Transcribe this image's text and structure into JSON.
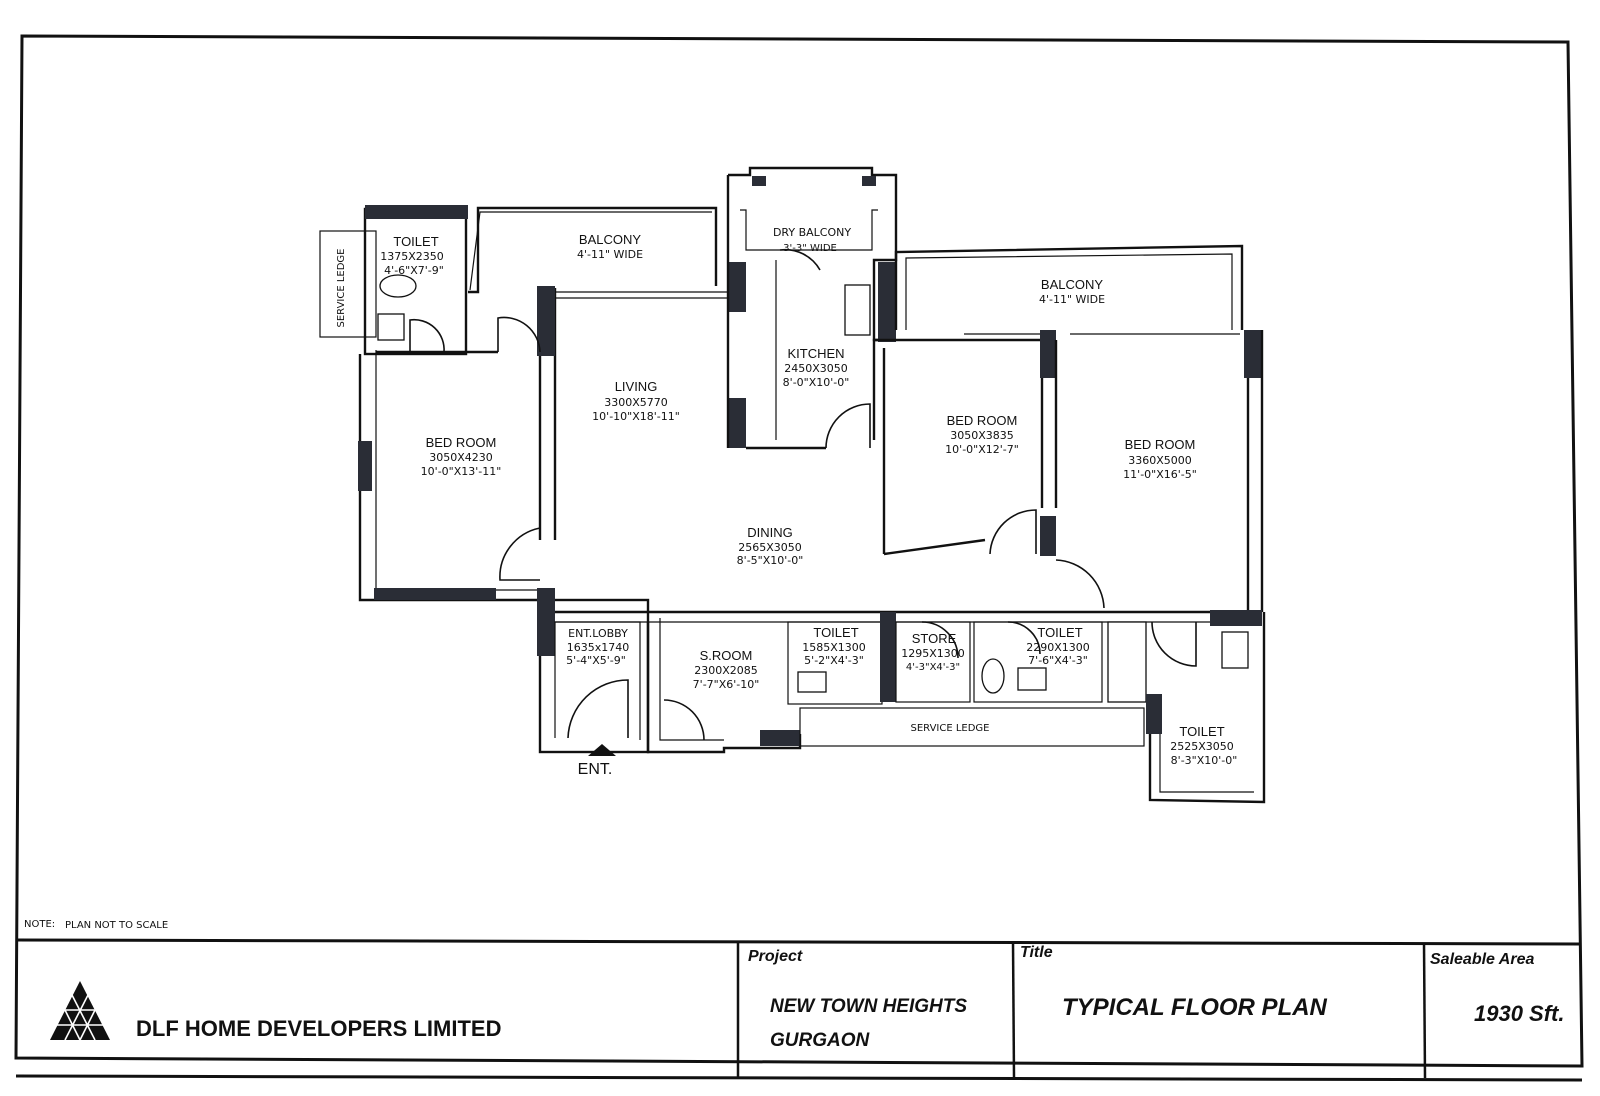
{
  "note": {
    "prefix": "NOTE:",
    "text": "PLAN NOT TO SCALE"
  },
  "rooms": {
    "toilet_1": {
      "name": "TOILET",
      "metric": "1375X2350",
      "imperial": "4'-6\"X7'-9\""
    },
    "balcony_1": {
      "name": "BALCONY",
      "width": "4'-11\" WIDE"
    },
    "dry_balcony": {
      "name": "DRY BALCONY",
      "width": "3'-3\" WIDE"
    },
    "balcony_2": {
      "name": "BALCONY",
      "width": "4'-11\" WIDE"
    },
    "kitchen": {
      "name": "KITCHEN",
      "metric": "2450X3050",
      "imperial": "8'-0\"X10'-0\""
    },
    "living": {
      "name": "LIVING",
      "metric": "3300X5770",
      "imperial": "10'-10\"X18'-11\""
    },
    "bedroom_1": {
      "name": "BED ROOM",
      "metric": "3050X4230",
      "imperial": "10'-0\"X13'-11\""
    },
    "bedroom_2": {
      "name": "BED ROOM",
      "metric": "3050X3835",
      "imperial": "10'-0\"X12'-7\""
    },
    "bedroom_3": {
      "name": "BED ROOM",
      "metric": "3360X5000",
      "imperial": "11'-0\"X16'-5\""
    },
    "dining": {
      "name": "DINING",
      "metric": "2565X3050",
      "imperial": "8'-5\"X10'-0\""
    },
    "ent_lobby": {
      "name": "ENT.LOBBY",
      "metric": "1635x1740",
      "imperial": "5'-4\"X5'-9\""
    },
    "s_room": {
      "name": "S.ROOM",
      "metric": "2300X2085",
      "imperial": "7'-7\"X6'-10\""
    },
    "toilet_2": {
      "name": "TOILET",
      "metric": "1585X1300",
      "imperial": "5'-2\"X4'-3\""
    },
    "store": {
      "name": "STORE",
      "metric": "1295X1300",
      "imperial": "4'-3\"X4'-3\""
    },
    "toilet_3": {
      "name": "TOILET",
      "metric": "2290X1300",
      "imperial": "7'-6\"X4'-3\""
    },
    "toilet_4": {
      "name": "TOILET",
      "metric": "2525X3050",
      "imperial": "8'-3\"X10'-0\""
    },
    "service_ledge_1": {
      "name": "SERVICE LEDGE"
    },
    "service_ledge_2": {
      "name": "SERVICE LEDGE"
    },
    "entrance": {
      "name": "ENT."
    }
  },
  "title_block": {
    "company": "DLF HOME DEVELOPERS LIMITED",
    "project_label": "Project",
    "project_line1": "NEW TOWN HEIGHTS",
    "project_line2": "GURGAON",
    "title_label": "Title",
    "title_value": "TYPICAL FLOOR PLAN",
    "area_label": "Saleable Area",
    "area_value": "1930 Sft."
  }
}
